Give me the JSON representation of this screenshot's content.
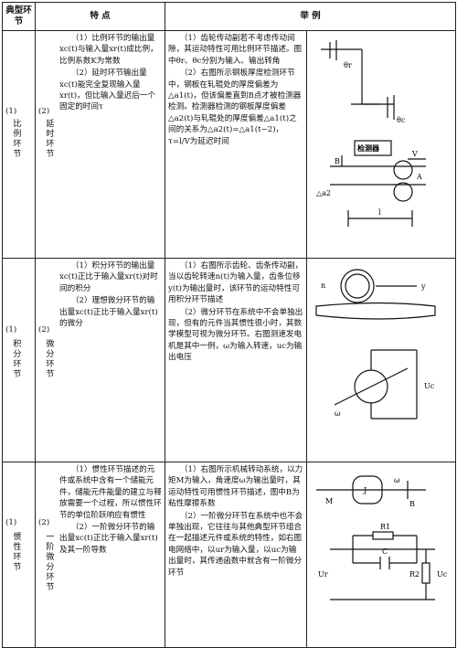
{
  "headers": {
    "type": "典型环节",
    "feature": "特    点",
    "example": "举                    例"
  },
  "rows": [
    {
      "type_number": "(1)",
      "type_name": "比例环节",
      "sub_number": "(2)",
      "sub_name": "延时环节",
      "features": [
        "（1）比例环节的输出量xc(t)与输入量xr(t)成比例，比例系数K为常数",
        "（2）延时环节输出量xc(t)能完全复现输入量xr(t)，但比输入量迟后一个固定的时间τ"
      ],
      "examples": [
        "（1）齿轮传动副若不考虑传动间隙，其运动特性可用比例环节描述。图中θr、θc分别为输入、输出转角",
        "（2）右图所示钢板厚度检测环节中，钢板在轧辊处的厚度偏差为△a1(t)，但该偏差直到B点才被检测器检测。检测器检测的钢板厚度偏差△a2(t)与轧辊处的厚度偏差△a1(t)之间的关系为△a2(t)=△a1(t−2)，τ=l/V为延迟时间"
      ],
      "fig": {
        "theta_r": "θr",
        "theta_c": "θc",
        "detector": "检测器",
        "B": "B",
        "V": "V",
        "A": "A",
        "da2": "△a2",
        "l": "l"
      }
    },
    {
      "type_number": "(1)",
      "type_name": "积分环节",
      "sub_number": "(2)",
      "sub_name": "微分环节",
      "features": [
        "（1）积分环节的输出量xc(t)正比于输入量xr(t)对时间的积分",
        "（2）理想微分环节的输出量xc(t)正比于输入量xr(t)的微分"
      ],
      "examples": [
        "（1）右图所示齿轮、齿条传动副，当以齿轮转速n(t)为输入量，齿条位移y(t)为输出量时，该环节的运动特性可用积分环节描述",
        "（2）微分环节在系统中不会单独出现，但有的元件当其惯性很小时，其数学模型可视为微分环节。右图测速发电机是其中一例，ω为输入转速，uc为输出电压"
      ],
      "fig": {
        "n": "n",
        "y": "y",
        "omega": "ω",
        "Uc": "Uc"
      }
    },
    {
      "type_number": "(1)",
      "type_name": "惯性环节",
      "sub_number": "(2)",
      "sub_name": "一阶微分环节",
      "features": [
        "（1）惯性环节描述的元件或系统中含有一个储能元件，储能元件能量的建立与释放需要一个过程，所以惯性环节的单位阶跃响应有惯性",
        "（2）一阶微分环节的输出量xc(t)正比于输入量xr(t)及其一阶导数"
      ],
      "examples": [
        "（1）右图所示机械转动系统，以力矩M为输入，角速度ω为输出量时，其运动特性可用惯性环节描述，图中B为粘性摩擦系数",
        "（2）一阶微分环节在系统中也不会单独出现，它往往与其他典型环节组合在一起描述元件或系统的特性，如右图电网络中，以ur为输入量，以uc为输出量时，其传递函数中就含有一阶微分环节"
      ],
      "fig": {
        "M": "M",
        "J": "J",
        "omega": "ω",
        "B": "B",
        "C": "C",
        "R1": "R1",
        "R2": "R2",
        "Ur": "Ur",
        "Uc": "Uc"
      }
    }
  ]
}
